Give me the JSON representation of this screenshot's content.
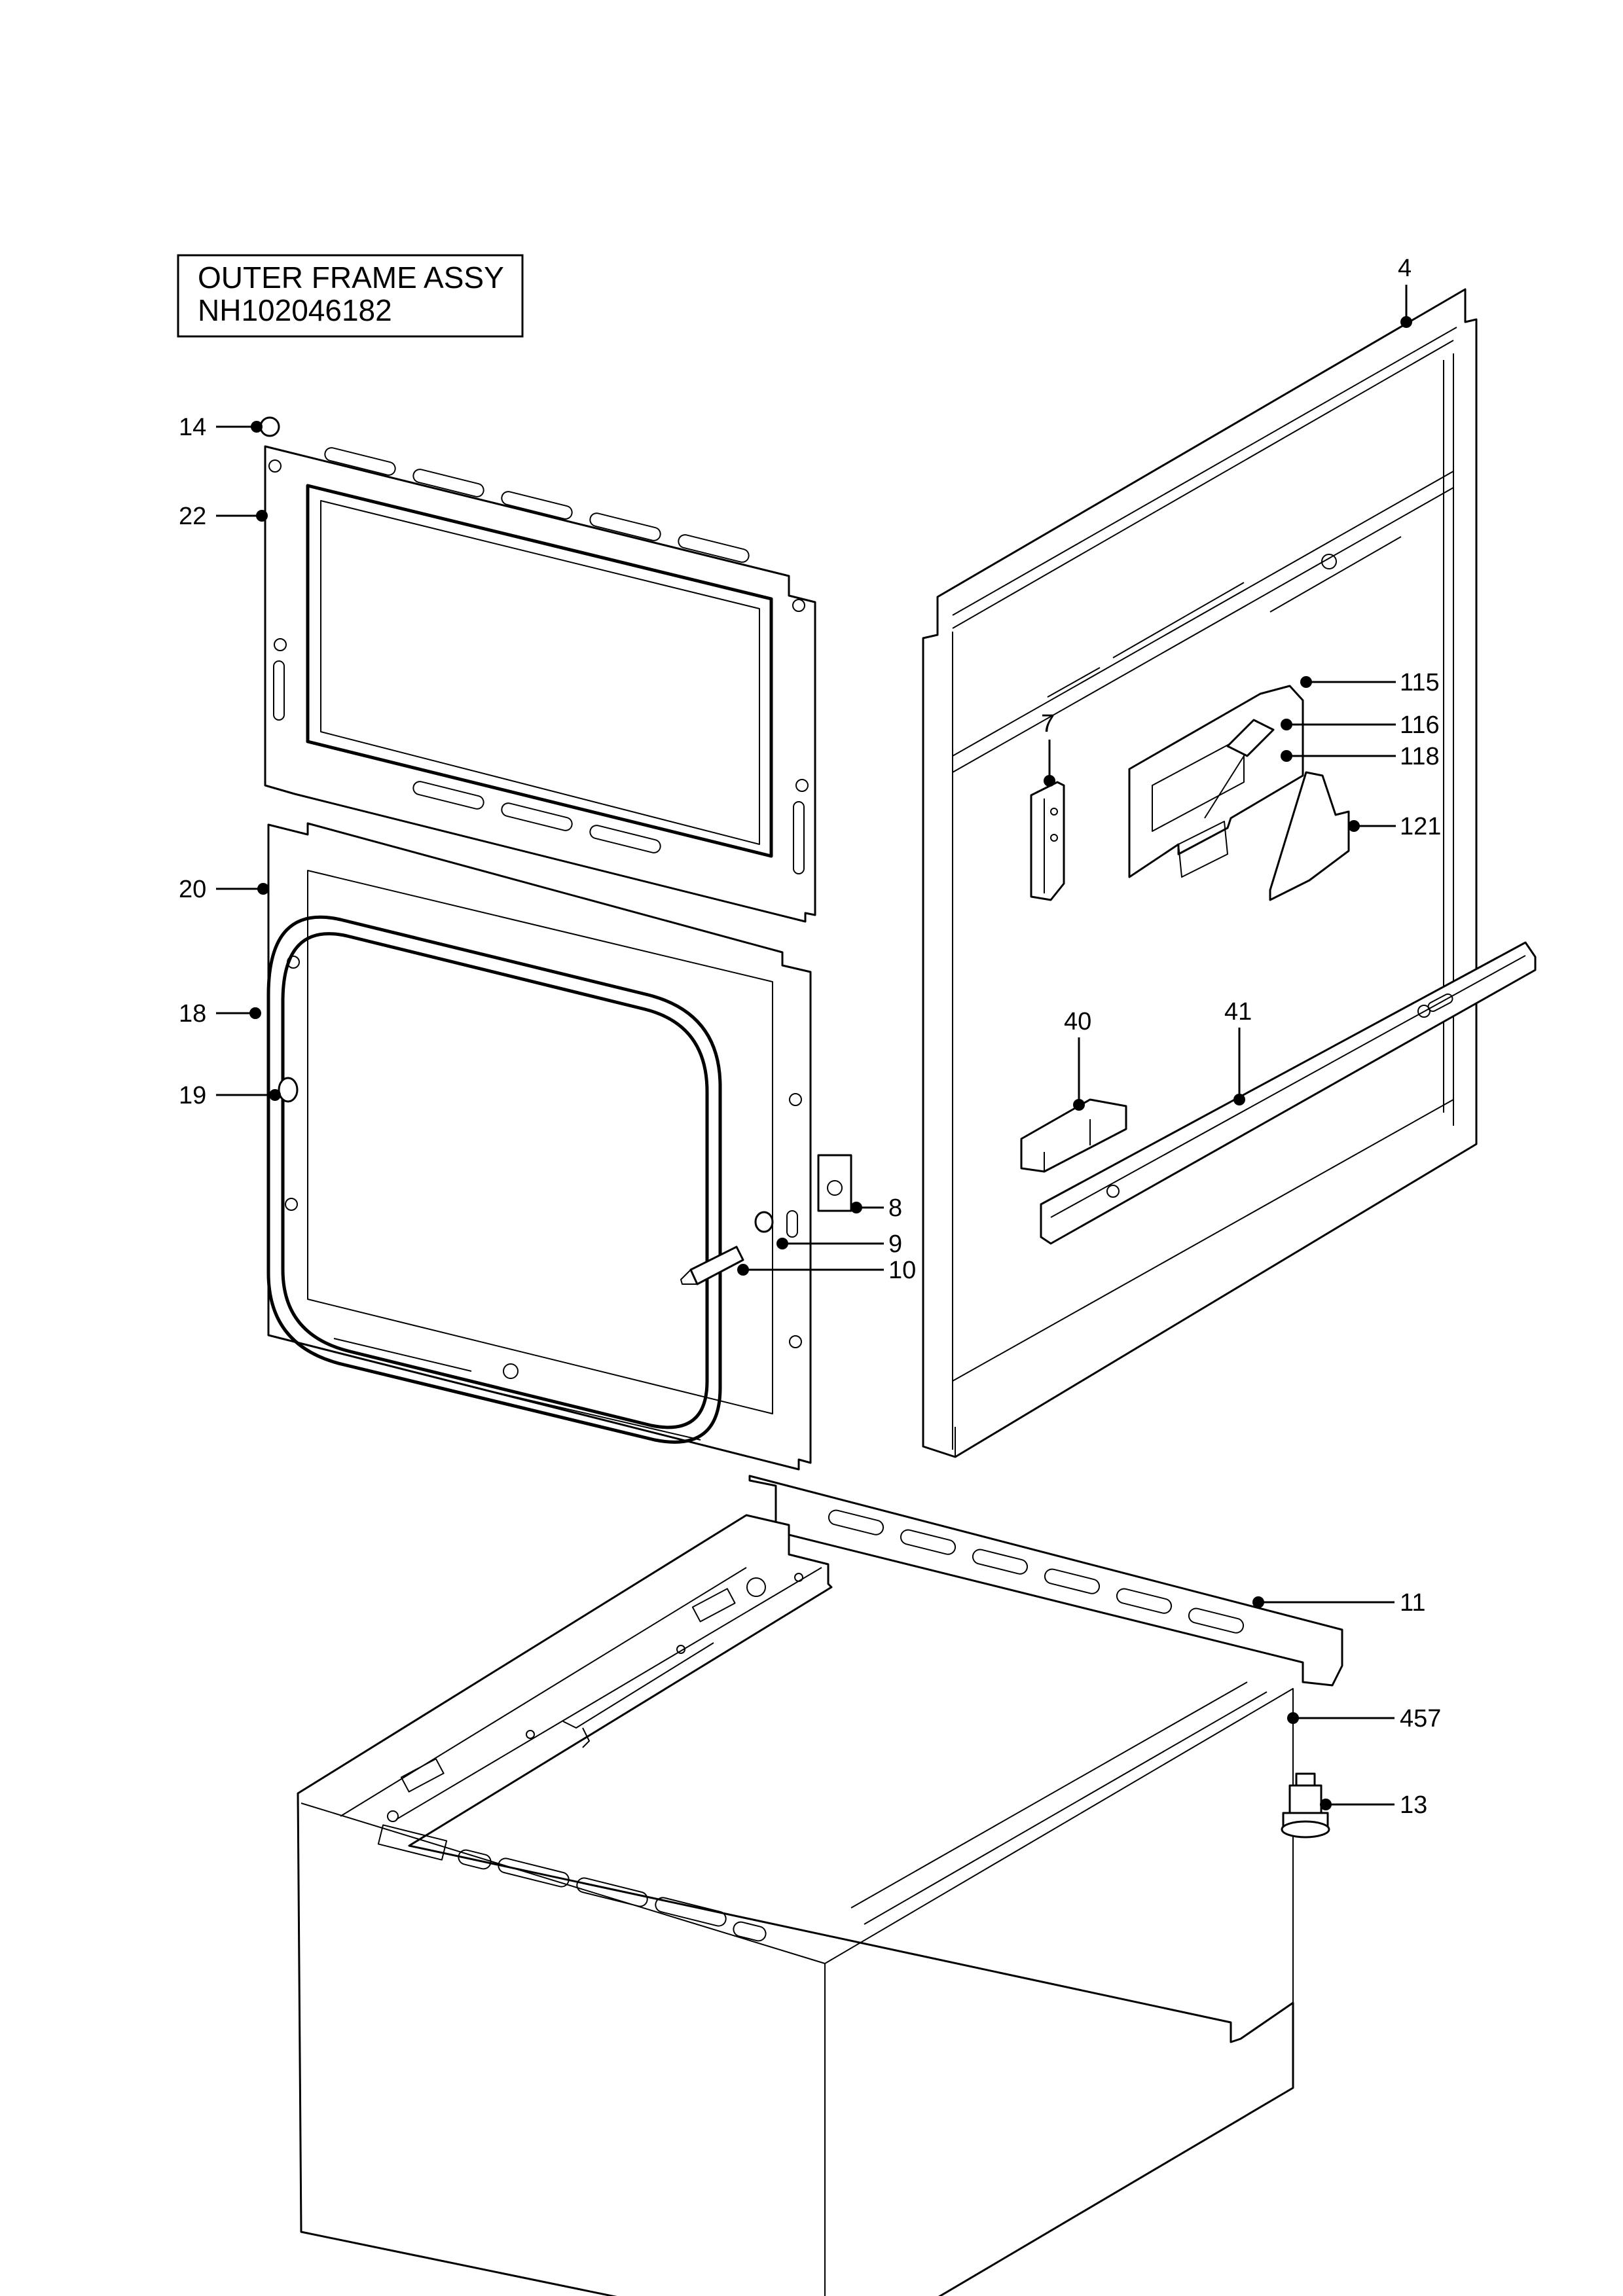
{
  "title": {
    "line1": "OUTER FRAME ASSY",
    "line2": "NH102046182"
  },
  "callouts": [
    {
      "id": "c4",
      "label": "4"
    },
    {
      "id": "c14",
      "label": "14"
    },
    {
      "id": "c22",
      "label": "22"
    },
    {
      "id": "c115",
      "label": "115"
    },
    {
      "id": "c7",
      "label": "7"
    },
    {
      "id": "c116",
      "label": "116"
    },
    {
      "id": "c118",
      "label": "118"
    },
    {
      "id": "c121",
      "label": "121"
    },
    {
      "id": "c20",
      "label": "20"
    },
    {
      "id": "c40",
      "label": "40"
    },
    {
      "id": "c41",
      "label": "41"
    },
    {
      "id": "c18",
      "label": "18"
    },
    {
      "id": "c19",
      "label": "19"
    },
    {
      "id": "c8",
      "label": "8"
    },
    {
      "id": "c9",
      "label": "9"
    },
    {
      "id": "c10",
      "label": "10"
    },
    {
      "id": "c11",
      "label": "11"
    },
    {
      "id": "c457",
      "label": "457"
    },
    {
      "id": "c13",
      "label": "13"
    }
  ]
}
